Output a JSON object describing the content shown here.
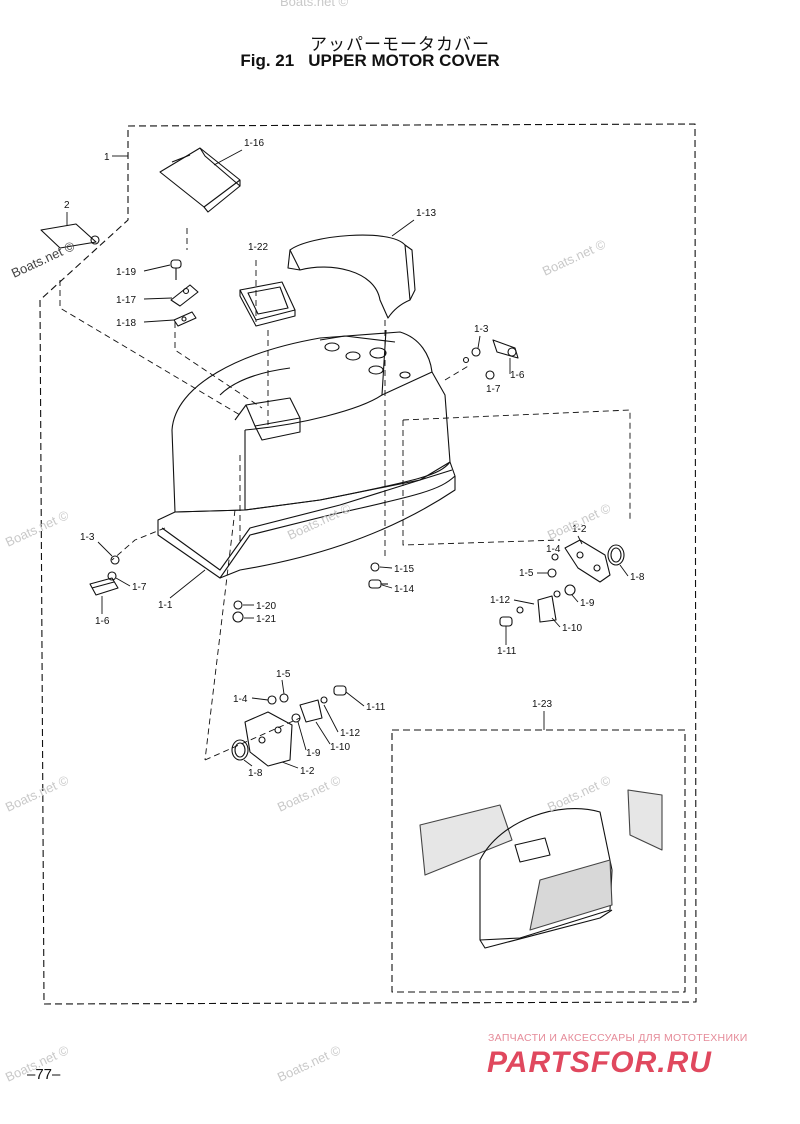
{
  "header": {
    "title_jp": "アッパーモータカバー",
    "fig_number": "Fig. 21",
    "fig_title": "UPPER MOTOR COVER"
  },
  "parts": {
    "p1": "1",
    "p2": "2",
    "p1_1": "1-1",
    "p1_2": "1-2",
    "p1_3": "1-3",
    "p1_4": "1-4",
    "p1_5": "1-5",
    "p1_6": "1-6",
    "p1_7": "1-7",
    "p1_8": "1-8",
    "p1_9": "1-9",
    "p1_10": "1-10",
    "p1_11": "1-11",
    "p1_12": "1-12",
    "p1_13": "1-13",
    "p1_14": "1-14",
    "p1_15": "1-15",
    "p1_16": "1-16",
    "p1_17": "1-17",
    "p1_18": "1-18",
    "p1_19": "1-19",
    "p1_20": "1-20",
    "p1_21": "1-21",
    "p1_22": "1-22",
    "p1_23": "1-23"
  },
  "watermark": "Boats.net ©",
  "footer": {
    "page_number": "–77–",
    "ru_caption": "ЗАПЧАСТИ И АКСЕССУАРЫ ДЛЯ МОТОТЕХНИКИ",
    "ru_brand": "PARTSFOR.RU"
  }
}
